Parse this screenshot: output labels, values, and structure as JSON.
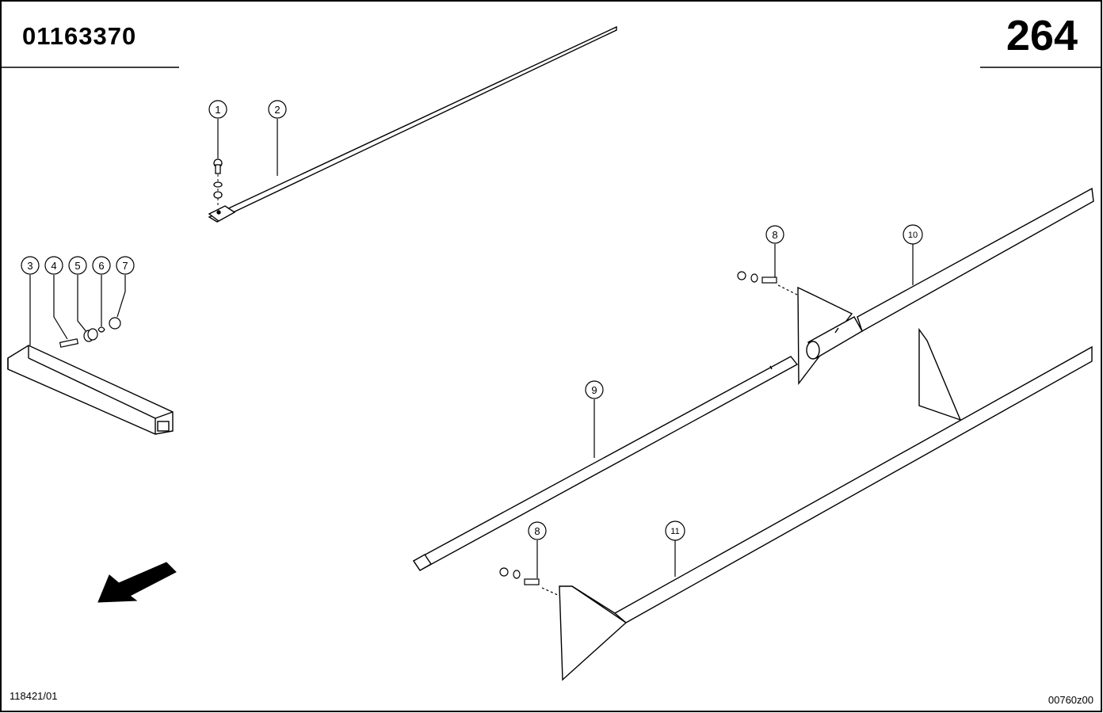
{
  "header": {
    "drawing_number": "01163370",
    "page_number": "264"
  },
  "footer": {
    "left_code": "118421/01",
    "right_code": "00760z00"
  },
  "callouts": [
    "1",
    "2",
    "3",
    "4",
    "5",
    "6",
    "7",
    "8",
    "9",
    "10",
    "11"
  ]
}
